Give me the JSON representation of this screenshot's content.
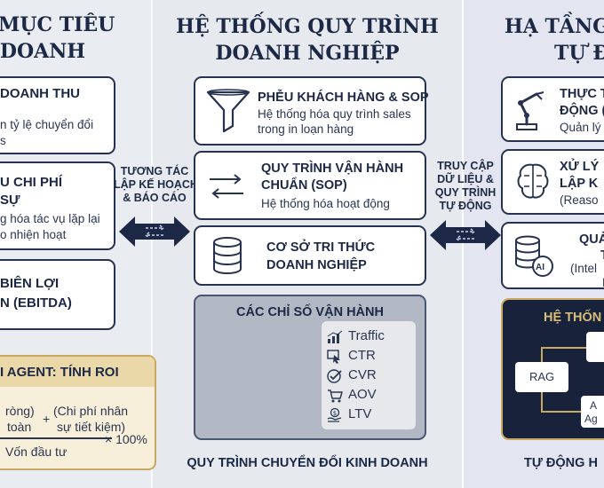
{
  "left": {
    "heading_line1": "MỤC TIÊU",
    "heading_line2": "DOANH",
    "cards": [
      {
        "title": "DOANH THU",
        "line1": "n tỷ lệ chuyển đổi",
        "line2": "s"
      },
      {
        "title_line1": "U CHI PHÍ",
        "title_line2": "SỰ",
        "line1": "g hóa tác vụ lặp lại",
        "line2": "o nhiện hoạt"
      },
      {
        "title_line1": "BIÊN LỢI",
        "title_line2": "N (EBITDA)"
      }
    ],
    "roi": {
      "title": "I AGENT: TÍNH ROI",
      "numerator_left": "ròng)",
      "numerator_left2": "toàn",
      "plus": "+",
      "numerator_right": "(Chi phí nhân",
      "numerator_right2": "sự tiết kiệm)",
      "denominator": "Vốn đầu tư",
      "multiplier": "× 100%"
    }
  },
  "middle": {
    "heading_line1": "HỆ THỐNG QUY TRÌNH",
    "heading_line2": "DOANH NGHIỆP",
    "cards": [
      {
        "title": "PHỄU KHÁCH HÀNG & SOP",
        "line1": "Hệ thống hóa quy trình sales",
        "line2": "trong in loạn hàng"
      },
      {
        "title_line1": "QUY TRÌNH VẬN HÀNH",
        "title_line2": "CHUẨN (SOP)",
        "line1": "Hệ thống hóa hoạt động"
      },
      {
        "title_line1": "CƠ SỞ TRI THỨC",
        "title_line2": "DOANH NGHIỆP"
      }
    ],
    "kpi_title": "CÁC CHỈ SỐ VẬN HÀNH",
    "kpis": [
      {
        "icon": "bar-chart-icon",
        "label": "Traffic"
      },
      {
        "icon": "click-icon",
        "label": "CTR"
      },
      {
        "icon": "check-circle-icon",
        "label": "CVR"
      },
      {
        "icon": "cart-icon",
        "label": "AOV"
      },
      {
        "icon": "money-hand-icon",
        "label": "LTV"
      }
    ],
    "bottom_label": "QUY TRÌNH CHUYỂN ĐỔI KINH DOANH"
  },
  "arrows": {
    "left_line1": "TƯƠNG TÁC",
    "left_line2": "LẬP KẾ HOẠCH",
    "left_line3": "& BÁO CÁO",
    "right_line1": "TRUY CẬP",
    "right_line2": "DỮ LIỆU &",
    "right_line3": "QUY TRÌNH",
    "right_line4": "TỰ ĐỘNG"
  },
  "right": {
    "heading_line1": "HẠ TẦNG",
    "heading_line2": "TỰ Đ",
    "cards": [
      {
        "title_line1": "THỰC T",
        "title_line2": "ĐỘNG (",
        "line1": "Quản lý"
      },
      {
        "title_line1": "XỬ LÝ",
        "title_line2": "LẬP K",
        "line1": "(Reaso"
      },
      {
        "title_line1": "QUẢ",
        "title_line2": "T",
        "line1": "(Intel",
        "line2": "M",
        "icon_text": "AI"
      }
    ],
    "system": {
      "title": "HỆ THỐN",
      "node_rag": "RAG",
      "node_a": "A",
      "node_ag": "Ag"
    },
    "bottom_label": "TỰ ĐỘNG H"
  },
  "colors": {
    "navy": "#1c2845",
    "gold": "#c9a962",
    "roi_bg": "#f7efd9",
    "kpi_panel": "#b3b9c4",
    "dark_panel": "#18223a"
  }
}
